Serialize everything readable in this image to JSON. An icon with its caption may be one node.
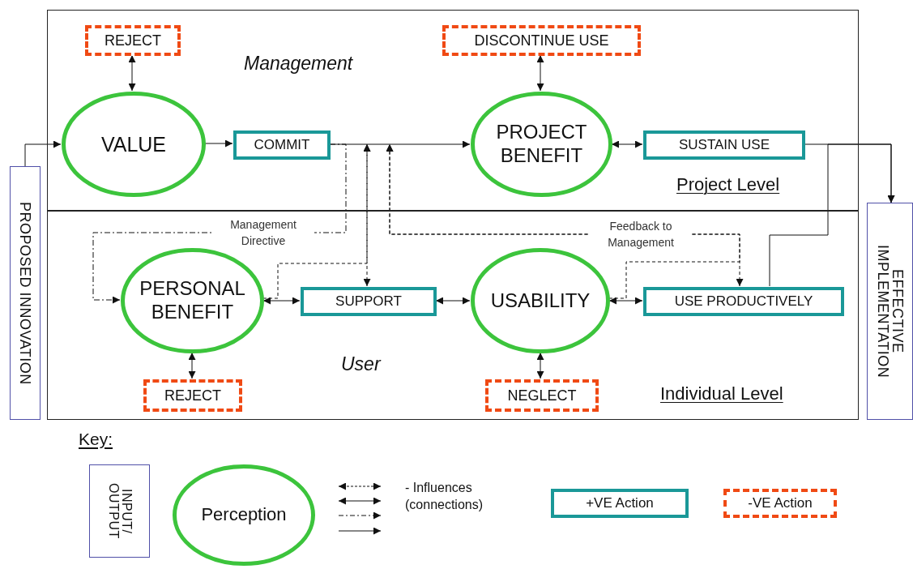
{
  "diagram": {
    "nodes": [
      {
        "text": [
          "Management",
          "Project Level"
        ]
      },
      {
        "text": [
          "User",
          "Individual Level"
        ]
      },
      {
        "text": [
          "PROPOSED INNOVATION"
        ]
      },
      {
        "text": [
          "EFFECTIVE IMPLEMENTATION"
        ]
      },
      {
        "text": [
          "REJECT"
        ],
        "in": 0
      },
      {
        "text": [
          "VALUE"
        ],
        "in": 0
      },
      {
        "text": [
          "COMMIT"
        ],
        "in": 0
      },
      {
        "text": [
          "DISCONTINUE USE"
        ],
        "in": 0
      },
      {
        "text": [
          "PROJECT BENEFIT"
        ],
        "in": 0
      },
      {
        "text": [
          "SUSTAIN USE"
        ],
        "in": 0
      },
      {
        "text": [
          "PERSONAL BENEFIT"
        ],
        "in": 1
      },
      {
        "text": [
          "SUPPORT"
        ],
        "in": 1
      },
      {
        "text": [
          "USABILITY"
        ],
        "in": 1
      },
      {
        "text": [
          "USE PRODUCTIVELY"
        ],
        "in": 1
      },
      {
        "text": [
          "REJECT"
        ],
        "in": 1
      },
      {
        "text": [
          "NEGLECT"
        ],
        "in": 1
      },
      {
        "text": [
          "INPUT/ OUTPUT"
        ]
      },
      {
        "text": [
          "Perception"
        ]
      },
      {
        "text": [
          "+VE Action"
        ]
      },
      {
        "text": [
          "-VE Action"
        ]
      }
    ],
    "edges": [
      {
        "from": 2,
        "to": 5,
        "arrow": "to"
      },
      {
        "from": 5,
        "to": 6,
        "arrow": "to"
      },
      {
        "from": 6,
        "to": 8,
        "arrow": "to"
      },
      {
        "from": 4,
        "to": 5,
        "arrow": "both"
      },
      {
        "from": 7,
        "to": 8,
        "arrow": "both"
      },
      {
        "from": 8,
        "to": 9,
        "arrow": "both"
      },
      {
        "from": 9,
        "to": 3,
        "arrow": "to"
      },
      {
        "from": 13,
        "to": 3,
        "arrow": "to"
      },
      {
        "from": 6,
        "to": 10,
        "arrow": "to",
        "label": "Management Directive",
        "style": "dashed"
      },
      {
        "from": 11,
        "to": null,
        "arrow": "both",
        "style": "dashed"
      },
      {
        "from": 10,
        "to": null,
        "arrow": "to",
        "style": "dashed"
      },
      {
        "from": 13,
        "to": null,
        "arrow": "both",
        "label": "Feedback to Management",
        "style": "dashed"
      },
      {
        "from": 12,
        "to": null,
        "arrow": "to",
        "style": "dashed"
      },
      {
        "from": 10,
        "to": 11,
        "arrow": "both"
      },
      {
        "from": 11,
        "to": 12,
        "arrow": "both"
      },
      {
        "from": 12,
        "to": 13,
        "arrow": "both"
      },
      {
        "from": 10,
        "to": 14,
        "arrow": "both"
      },
      {
        "from": 12,
        "to": 15,
        "arrow": "both"
      }
    ],
    "labels": [
      "Key:"
    ],
    "legend": [
      {
        "text": "- Influences (connections)"
      }
    ]
  }
}
